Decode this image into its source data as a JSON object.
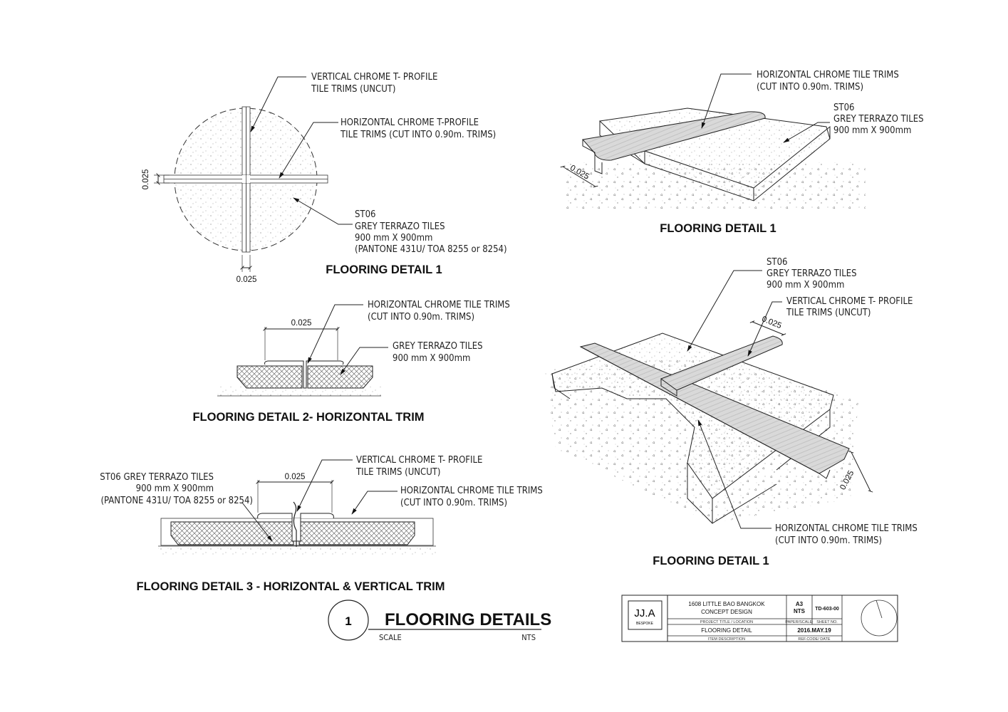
{
  "detail_circle": {
    "note_vertical": [
      "VERTICAL CHROME T- PROFILE",
      "TILE TRIMS (UNCUT)"
    ],
    "note_horizontal": [
      "HORIZONTAL CHROME T-PROFILE",
      "TILE TRIMS (CUT INTO 0.90m. TRIMS)"
    ],
    "note_tile": [
      "ST06",
      "GREY TERRAZO TILES",
      "900 mm X 900mm",
      "(PANTONE 431U/ TOA 8255 or 8254)"
    ],
    "dim_left": "0.025",
    "dim_bottom": "0.025",
    "title": "FLOORING DETAIL 1"
  },
  "detail_2": {
    "note_trim": [
      "HORIZONTAL CHROME TILE TRIMS",
      "(CUT INTO 0.90m. TRIMS)"
    ],
    "note_tile": [
      "GREY TERRAZO TILES",
      "900 mm X 900mm"
    ],
    "dim": "0.025",
    "title": "FLOORING DETAIL 2- HORIZONTAL TRIM"
  },
  "detail_3": {
    "note_left": [
      "ST06 GREY TERRAZO TILES",
      "900 mm X 900mm",
      "(PANTONE 431U/ TOA 8255 or 8254)"
    ],
    "note_vertical": [
      "VERTICAL CHROME T- PROFILE",
      "TILE TRIMS (UNCUT)"
    ],
    "note_horizontal": [
      "HORIZONTAL CHROME TILE TRIMS",
      "(CUT INTO 0.90m. TRIMS)"
    ],
    "dim": "0.025",
    "title": "FLOORING DETAIL 3 - HORIZONTAL & VERTICAL TRIM"
  },
  "iso_top": {
    "note_trim": [
      "HORIZONTAL CHROME TILE TRIMS",
      "(CUT INTO 0.90m. TRIMS)"
    ],
    "note_tile": [
      "ST06",
      "GREY TERRAZO TILES",
      "900 mm X 900mm"
    ],
    "dim": "0.025",
    "title": "FLOORING DETAIL 1"
  },
  "iso_bottom": {
    "note_tile": [
      "ST06",
      "GREY TERRAZO TILES",
      "900 mm X 900mm"
    ],
    "note_vertical": [
      "VERTICAL CHROME T- PROFILE",
      "TILE TRIMS (UNCUT)"
    ],
    "note_horizontal": [
      "HORIZONTAL CHROME TILE TRIMS",
      "(CUT INTO 0.90m. TRIMS)"
    ],
    "dim_top": "0.025",
    "dim_right": "0.025",
    "title": "FLOORING DETAIL 1"
  },
  "drawing_title": {
    "number": "1",
    "title": "FLOORING DETAILS",
    "scale_label": "SCALE",
    "scale_value": "NTS"
  },
  "title_block": {
    "logo": "JJ.A",
    "logo_sub": "BESPOKE",
    "project_title": [
      "1608 LITTLE BAO BANGKOK",
      "CONCEPT DESIGN"
    ],
    "project_caption": "PROJECT TITLE / LOCATION",
    "paper": [
      "A3",
      "NTS"
    ],
    "paper_caption": "PAPER/SCALE:",
    "sheet_no": "TD-603-00",
    "sheet_caption": "SHEET NO.",
    "item": "FLOORING DETAIL",
    "item_caption": "ITEM DESCRIPTION",
    "date": "2016.MAY.19",
    "date_caption": "REF.CODE/ DATE"
  }
}
